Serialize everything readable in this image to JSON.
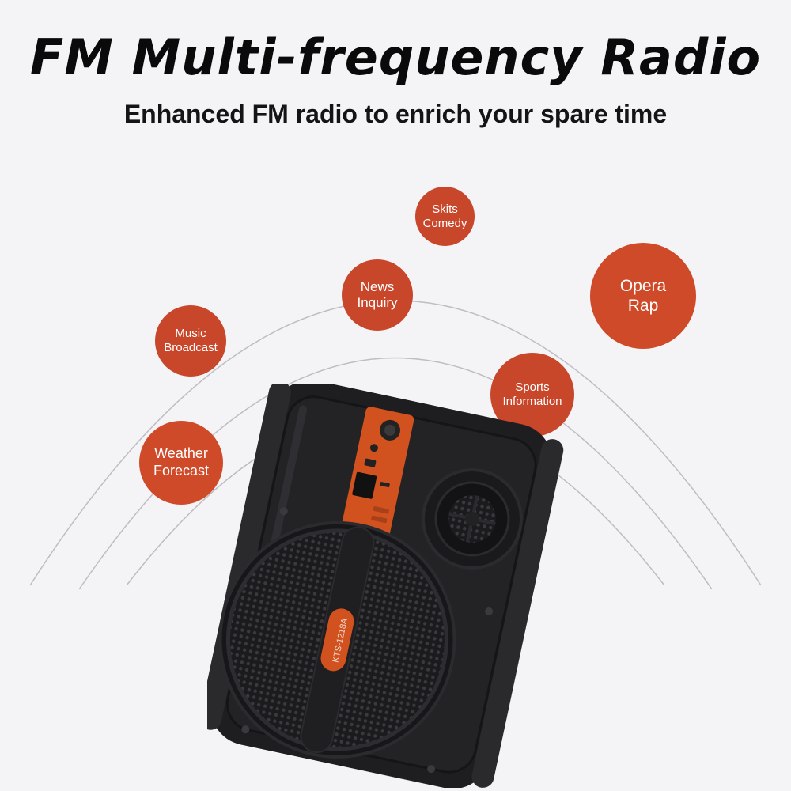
{
  "header": {
    "title": "FM Multi-frequency Radio",
    "subtitle": "Enhanced FM radio to enrich your spare time"
  },
  "colors": {
    "bubble": "#c8462a",
    "bubble_alt": "#cf4a28",
    "wave": "#bdbdc2",
    "speaker_body": "#1e1e20",
    "panel": "#d1511f"
  },
  "categories": [
    {
      "id": "skits-comedy",
      "label": "Skits\nComedy"
    },
    {
      "id": "opera-rap",
      "label": "Opera\nRap"
    },
    {
      "id": "news-inquiry",
      "label": "News\nInquiry"
    },
    {
      "id": "music-broadcast",
      "label": "Music\nBroadcast"
    },
    {
      "id": "sports-information",
      "label": "Sports\nInformation"
    },
    {
      "id": "weather-forecast",
      "label": "Weather\nForecast"
    }
  ],
  "speaker": {
    "model_label": "KTS-1218A"
  }
}
